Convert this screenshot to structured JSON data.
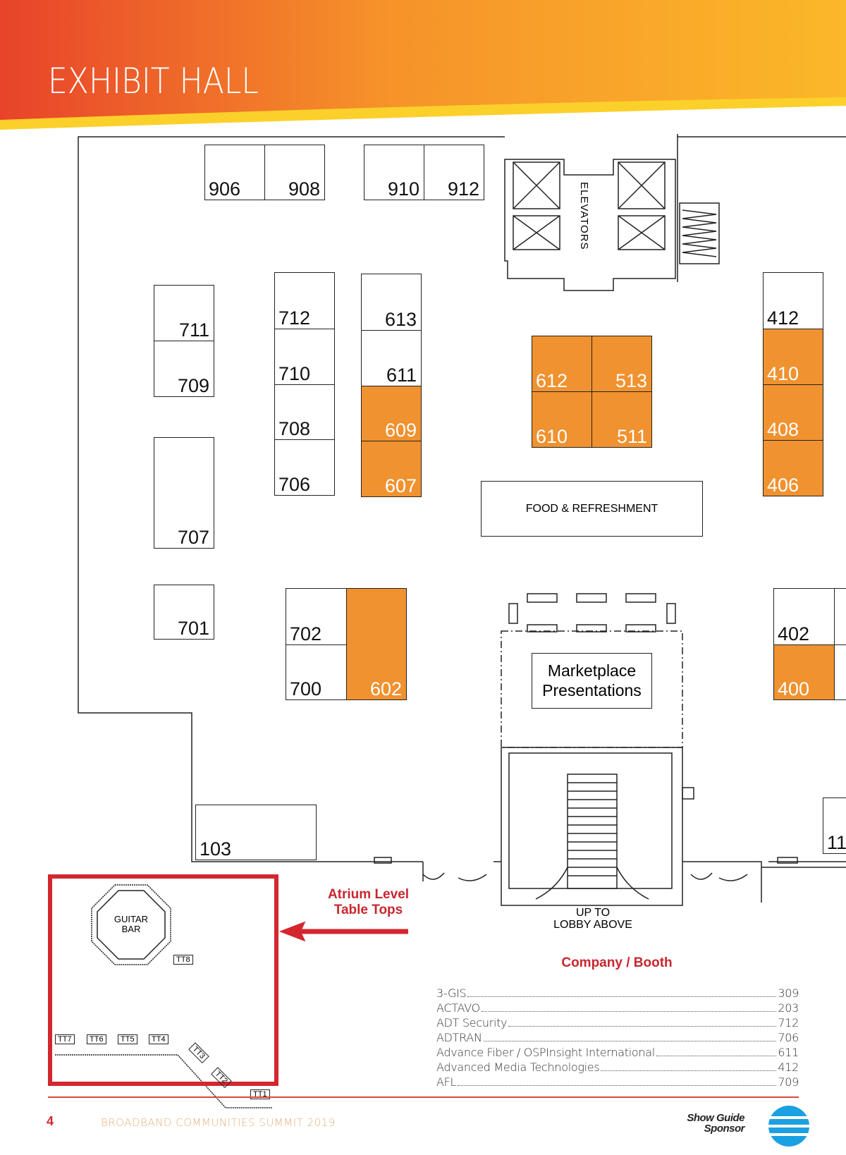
{
  "header": {
    "title": "EXHIBIT HALL",
    "gradient_start": "#e8432a",
    "gradient_end": "#fbb829"
  },
  "booths": [
    {
      "number": "906"
    },
    {
      "number": "908"
    },
    {
      "number": "910"
    },
    {
      "number": "912"
    },
    {
      "number": "711"
    },
    {
      "number": "709"
    },
    {
      "number": "707"
    },
    {
      "number": "701"
    },
    {
      "number": "712"
    },
    {
      "number": "710"
    },
    {
      "number": "708"
    },
    {
      "number": "706"
    },
    {
      "number": "613"
    },
    {
      "number": "611"
    },
    {
      "number": "609",
      "highlighted": true
    },
    {
      "number": "607",
      "highlighted": true
    },
    {
      "number": "612",
      "highlighted": true
    },
    {
      "number": "513",
      "highlighted": true
    },
    {
      "number": "610",
      "highlighted": true
    },
    {
      "number": "511",
      "highlighted": true
    },
    {
      "number": "412"
    },
    {
      "number": "410",
      "highlighted": true
    },
    {
      "number": "408",
      "highlighted": true
    },
    {
      "number": "406",
      "highlighted": true
    },
    {
      "number": "702"
    },
    {
      "number": "700"
    },
    {
      "number": "602",
      "highlighted": true
    },
    {
      "number": "402"
    },
    {
      "number": "400",
      "highlighted": true
    },
    {
      "number": "103"
    },
    {
      "number": "11"
    }
  ],
  "areas": {
    "elevators": "ELEVATORS",
    "food": "FOOD & REFRESHMENT",
    "marketplace_line1": "Marketplace",
    "marketplace_line2": "Presentations",
    "lobby_line1": "UP TO",
    "lobby_line2": "LOBBY ABOVE"
  },
  "atrium": {
    "label_line1": "Atrium Level",
    "label_line2": "Table Tops",
    "guitar_line1": "GUITAR",
    "guitar_line2": "BAR",
    "tables": [
      "TT1",
      "TT2",
      "TT3",
      "TT4",
      "TT5",
      "TT6",
      "TT7",
      "TT8"
    ]
  },
  "directory": {
    "title": "Company / Booth",
    "rows": [
      {
        "company": "3-GIS",
        "booth": "309"
      },
      {
        "company": "ACTAVO",
        "booth": "203"
      },
      {
        "company": "ADT Security",
        "booth": "712"
      },
      {
        "company": "ADTRAN",
        "booth": "706"
      },
      {
        "company": "Advance Fiber / OSPInsight International",
        "booth": "611"
      },
      {
        "company": "Advanced Media Technologies",
        "booth": "412"
      },
      {
        "company": "AFL",
        "booth": "709"
      }
    ]
  },
  "footer": {
    "page": "4",
    "publication": "BROADBAND COMMUNITIES SUMMIT 2019",
    "sponsor_line1": "Show Guide",
    "sponsor_line2": "Sponsor",
    "sponsor_logo": "att-globe-logo"
  },
  "colors": {
    "booth_highlight": "#f0922f",
    "accent_red": "#d4262f"
  }
}
